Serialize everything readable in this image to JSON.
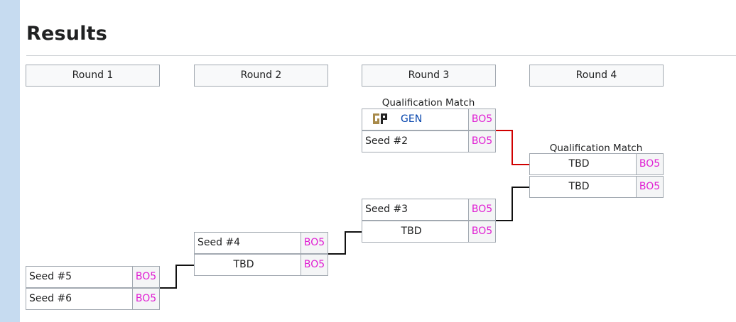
{
  "page": {
    "title": "Results"
  },
  "colors": {
    "score": "#e01ed3",
    "winner_line": "#d00000",
    "line": "#111111",
    "team_link": "#0645ad"
  },
  "rounds": [
    "Round 1",
    "Round 2",
    "Round 3",
    "Round 4"
  ],
  "labels": {
    "r3_top": "Qualification Match",
    "r4": "Qualification Match"
  },
  "matches": {
    "r1": {
      "a": {
        "name": "Seed #5",
        "score": "BO5"
      },
      "b": {
        "name": "Seed #6",
        "score": "BO5"
      }
    },
    "r2": {
      "a": {
        "name": "Seed #4",
        "score": "BO5"
      },
      "b": {
        "name": "TBD",
        "score": "BO5"
      }
    },
    "r3_top": {
      "a": {
        "name": "GEN",
        "logo_icon": "gen-g-logo-icon",
        "score": "BO5"
      },
      "b": {
        "name": "Seed #2",
        "score": "BO5"
      }
    },
    "r3_bottom": {
      "a": {
        "name": "Seed #3",
        "score": "BO5"
      },
      "b": {
        "name": "TBD",
        "score": "BO5"
      }
    },
    "r4": {
      "a": {
        "name": "TBD",
        "score": "BO5"
      },
      "b": {
        "name": "TBD",
        "score": "BO5"
      }
    }
  }
}
